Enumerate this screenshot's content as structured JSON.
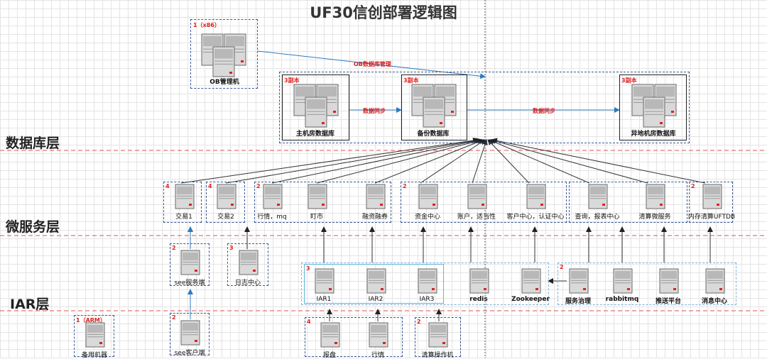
{
  "title": "UF30信创部署逻辑图",
  "layers": {
    "db": "数据库层",
    "ms": "微服务层",
    "iar": "IAR层"
  },
  "ob_machine": {
    "tag": "1（x86）",
    "label": "OB管理机"
  },
  "ob_link_label": "OB数据库管理",
  "replicas": [
    {
      "tag": "3副本",
      "label": "主机房数据库"
    },
    {
      "tag": "3副本",
      "label": "备份数据库"
    },
    {
      "tag": "3副本",
      "label": "异地机房数据库"
    }
  ],
  "sync_labels": [
    "数据同步",
    "数据同步"
  ],
  "micro_groups": [
    {
      "tag": "4",
      "services": [
        "交易1"
      ]
    },
    {
      "tag": "4",
      "services": [
        "交易2"
      ]
    },
    {
      "tag": "2",
      "services": [
        "行情，mq",
        "盯市",
        "融资融券"
      ]
    },
    {
      "tag": "2",
      "services": [
        "资金中心",
        "账户，适当性",
        "客户中心，认证中心"
      ]
    },
    {
      "tag": "",
      "services": [
        "查询，报表中心",
        "清算微服务"
      ]
    },
    {
      "tag": "2",
      "services": [
        "内存清算UFTDB"
      ]
    }
  ],
  "see_server": {
    "tag": "2",
    "label": "see服务端"
  },
  "log_center": {
    "tag": "3",
    "label": "日志中心"
  },
  "iar_group": {
    "tag": "3",
    "nodes": [
      "IAR1",
      "IAR2",
      "IAR3"
    ]
  },
  "redis": {
    "label": "redis"
  },
  "zookeeper": {
    "label": "Zookeeper"
  },
  "right_group": {
    "tag": "2",
    "nodes": [
      "服务治理",
      "rabbitmq",
      "推送平台",
      "消息中心"
    ]
  },
  "spare": {
    "tag": "1（ARM）",
    "label": "备用机器"
  },
  "see_client": {
    "tag": "2",
    "label": "see客户端"
  },
  "rep_group": {
    "tag": "4",
    "nodes": [
      "报盘",
      "行情"
    ]
  },
  "clear_op": {
    "tag": "2",
    "label": "清算操作机"
  }
}
